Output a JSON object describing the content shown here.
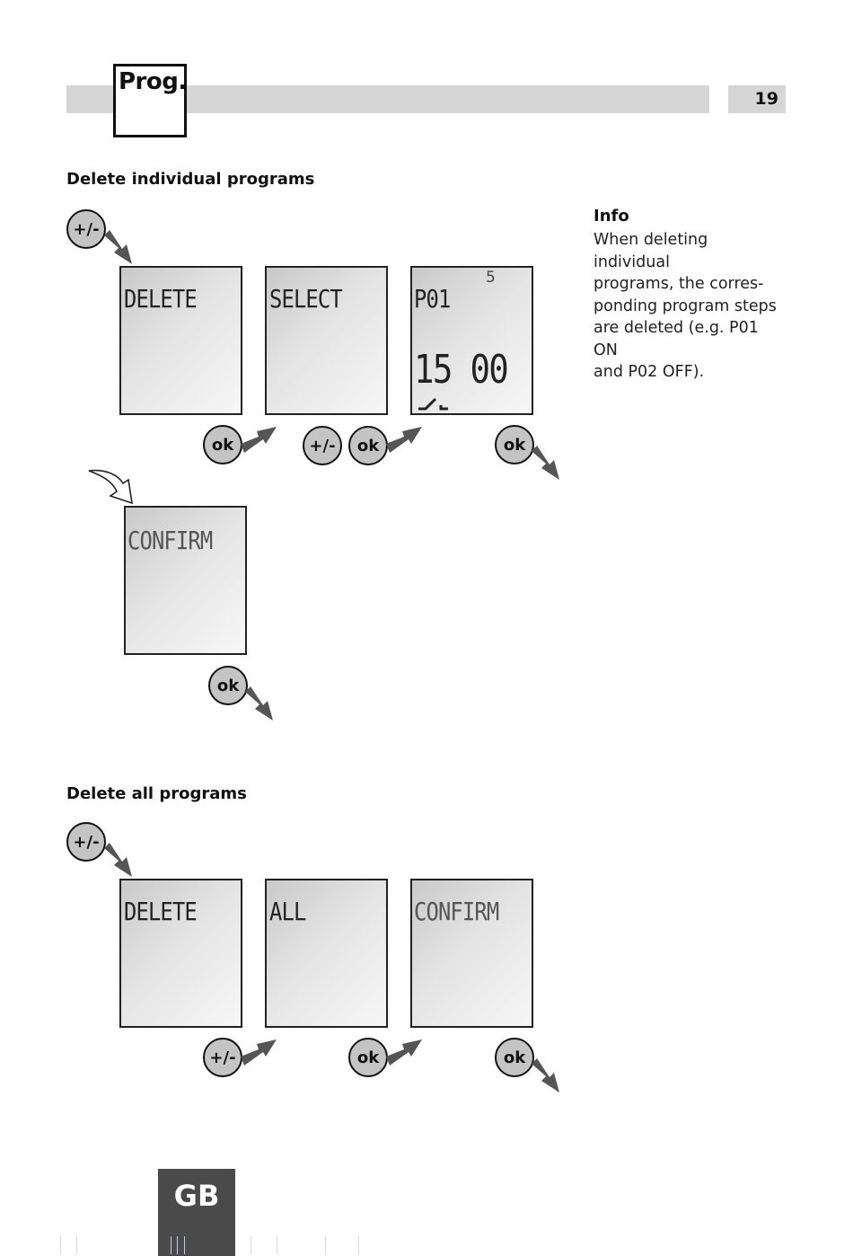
{
  "header": {
    "section_label": "Prog.",
    "page_number": "19"
  },
  "section_individual": {
    "title": "Delete individual programs",
    "buttons": [
      "+/-",
      "ok",
      "+/-",
      "ok",
      "ok",
      "ok"
    ],
    "screens": [
      {
        "text": "DELETE"
      },
      {
        "text": "SELECT"
      },
      {
        "program": "P01",
        "day": "5",
        "time": "15 00"
      },
      {
        "text": "CONFIRM"
      }
    ]
  },
  "section_all": {
    "title": "Delete all programs",
    "buttons": [
      "+/-",
      "+/-",
      "ok",
      "ok"
    ],
    "screens": [
      {
        "text": "DELETE"
      },
      {
        "text": "ALL"
      },
      {
        "text": "CONFIRM"
      }
    ]
  },
  "info": {
    "title": "Info",
    "lines": [
      "When deleting individual",
      "programs, the corres-",
      "ponding program steps",
      "are deleted (e.g. P01 ON",
      "and P02 OFF)."
    ]
  },
  "footer": {
    "language": "GB"
  },
  "colors": {
    "header_bar": "#d6d6d6",
    "button_fill": "#c4c4c4",
    "arrow_fill": "#555555",
    "gb_box": "#4a4a4a"
  },
  "icons": [
    "arrow-right-down-icon",
    "arrow-up-right-icon",
    "outline-arrow-icon",
    "switch-symbol-icon"
  ]
}
